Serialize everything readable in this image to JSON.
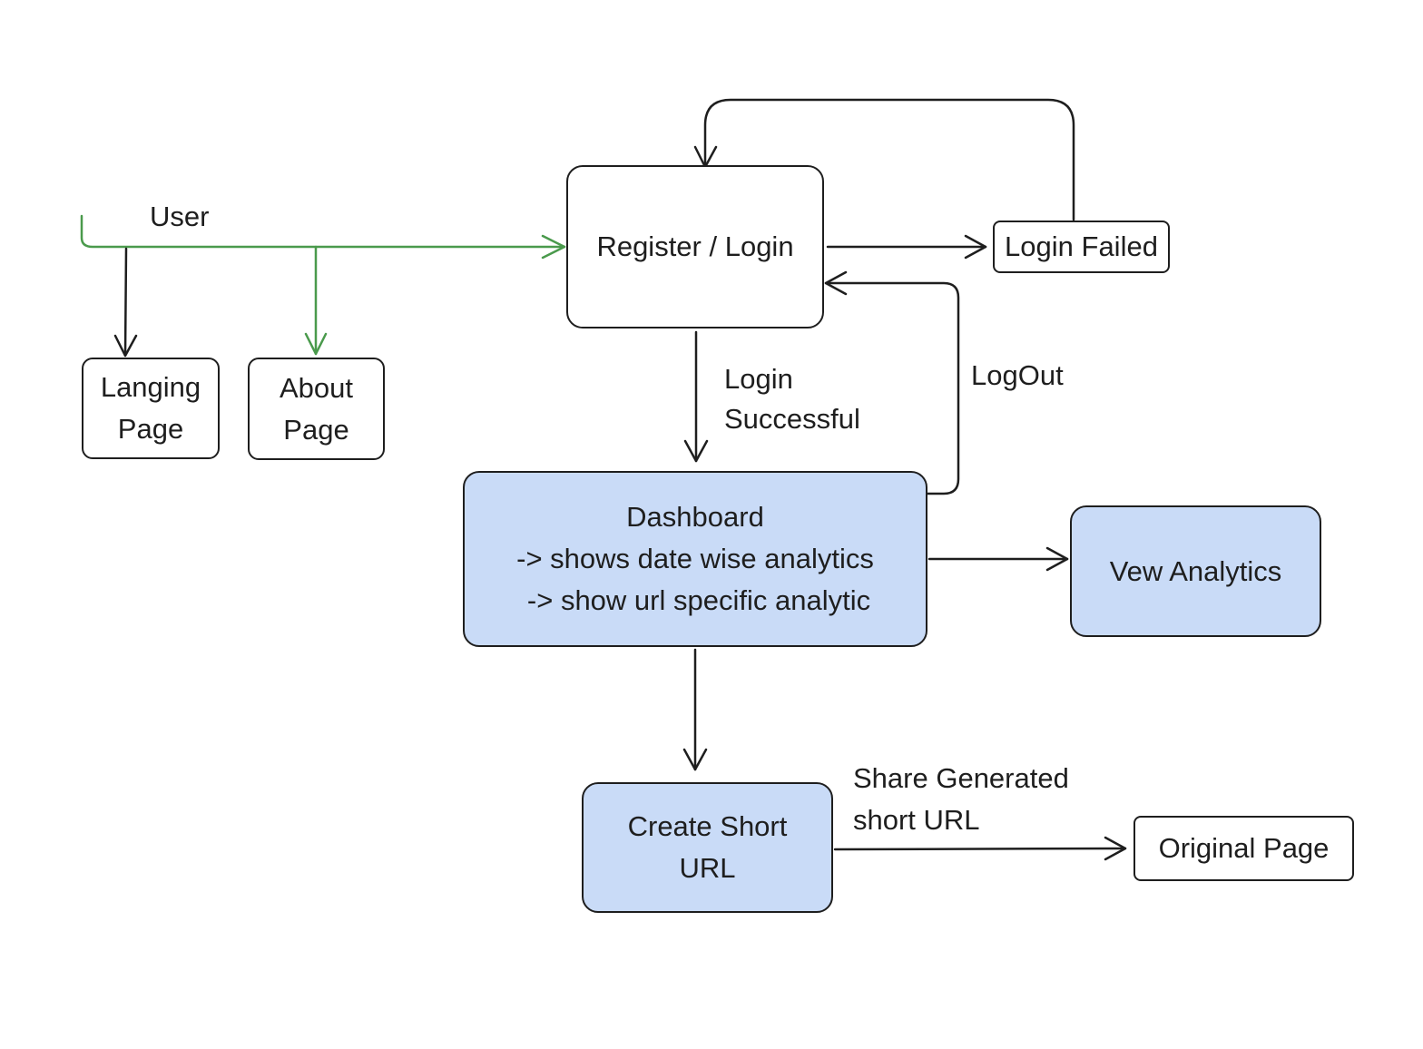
{
  "colors": {
    "stroke": "#1e1e1e",
    "user_flow": "#4a9a4c",
    "highlight_fill": "#c9dbf7",
    "node_fill": "#ffffff"
  },
  "nodes": {
    "register_login": "Register / Login",
    "login_failed": "Login Failed",
    "landing_page": [
      "Langing",
      "Page"
    ],
    "about_page": [
      "About",
      "Page"
    ],
    "dashboard": [
      "Dashboard",
      "-> shows date wise analytics",
      "-> show url specific analytic"
    ],
    "view_analytics": "Vew Analytics",
    "create_short_url": [
      "Create Short",
      "URL"
    ],
    "original_page": "Original Page"
  },
  "edge_labels": {
    "user": "User",
    "login_successful": [
      "Login",
      "Successful"
    ],
    "logout": "LogOut",
    "share": [
      "Share Generated",
      "short URL"
    ]
  }
}
